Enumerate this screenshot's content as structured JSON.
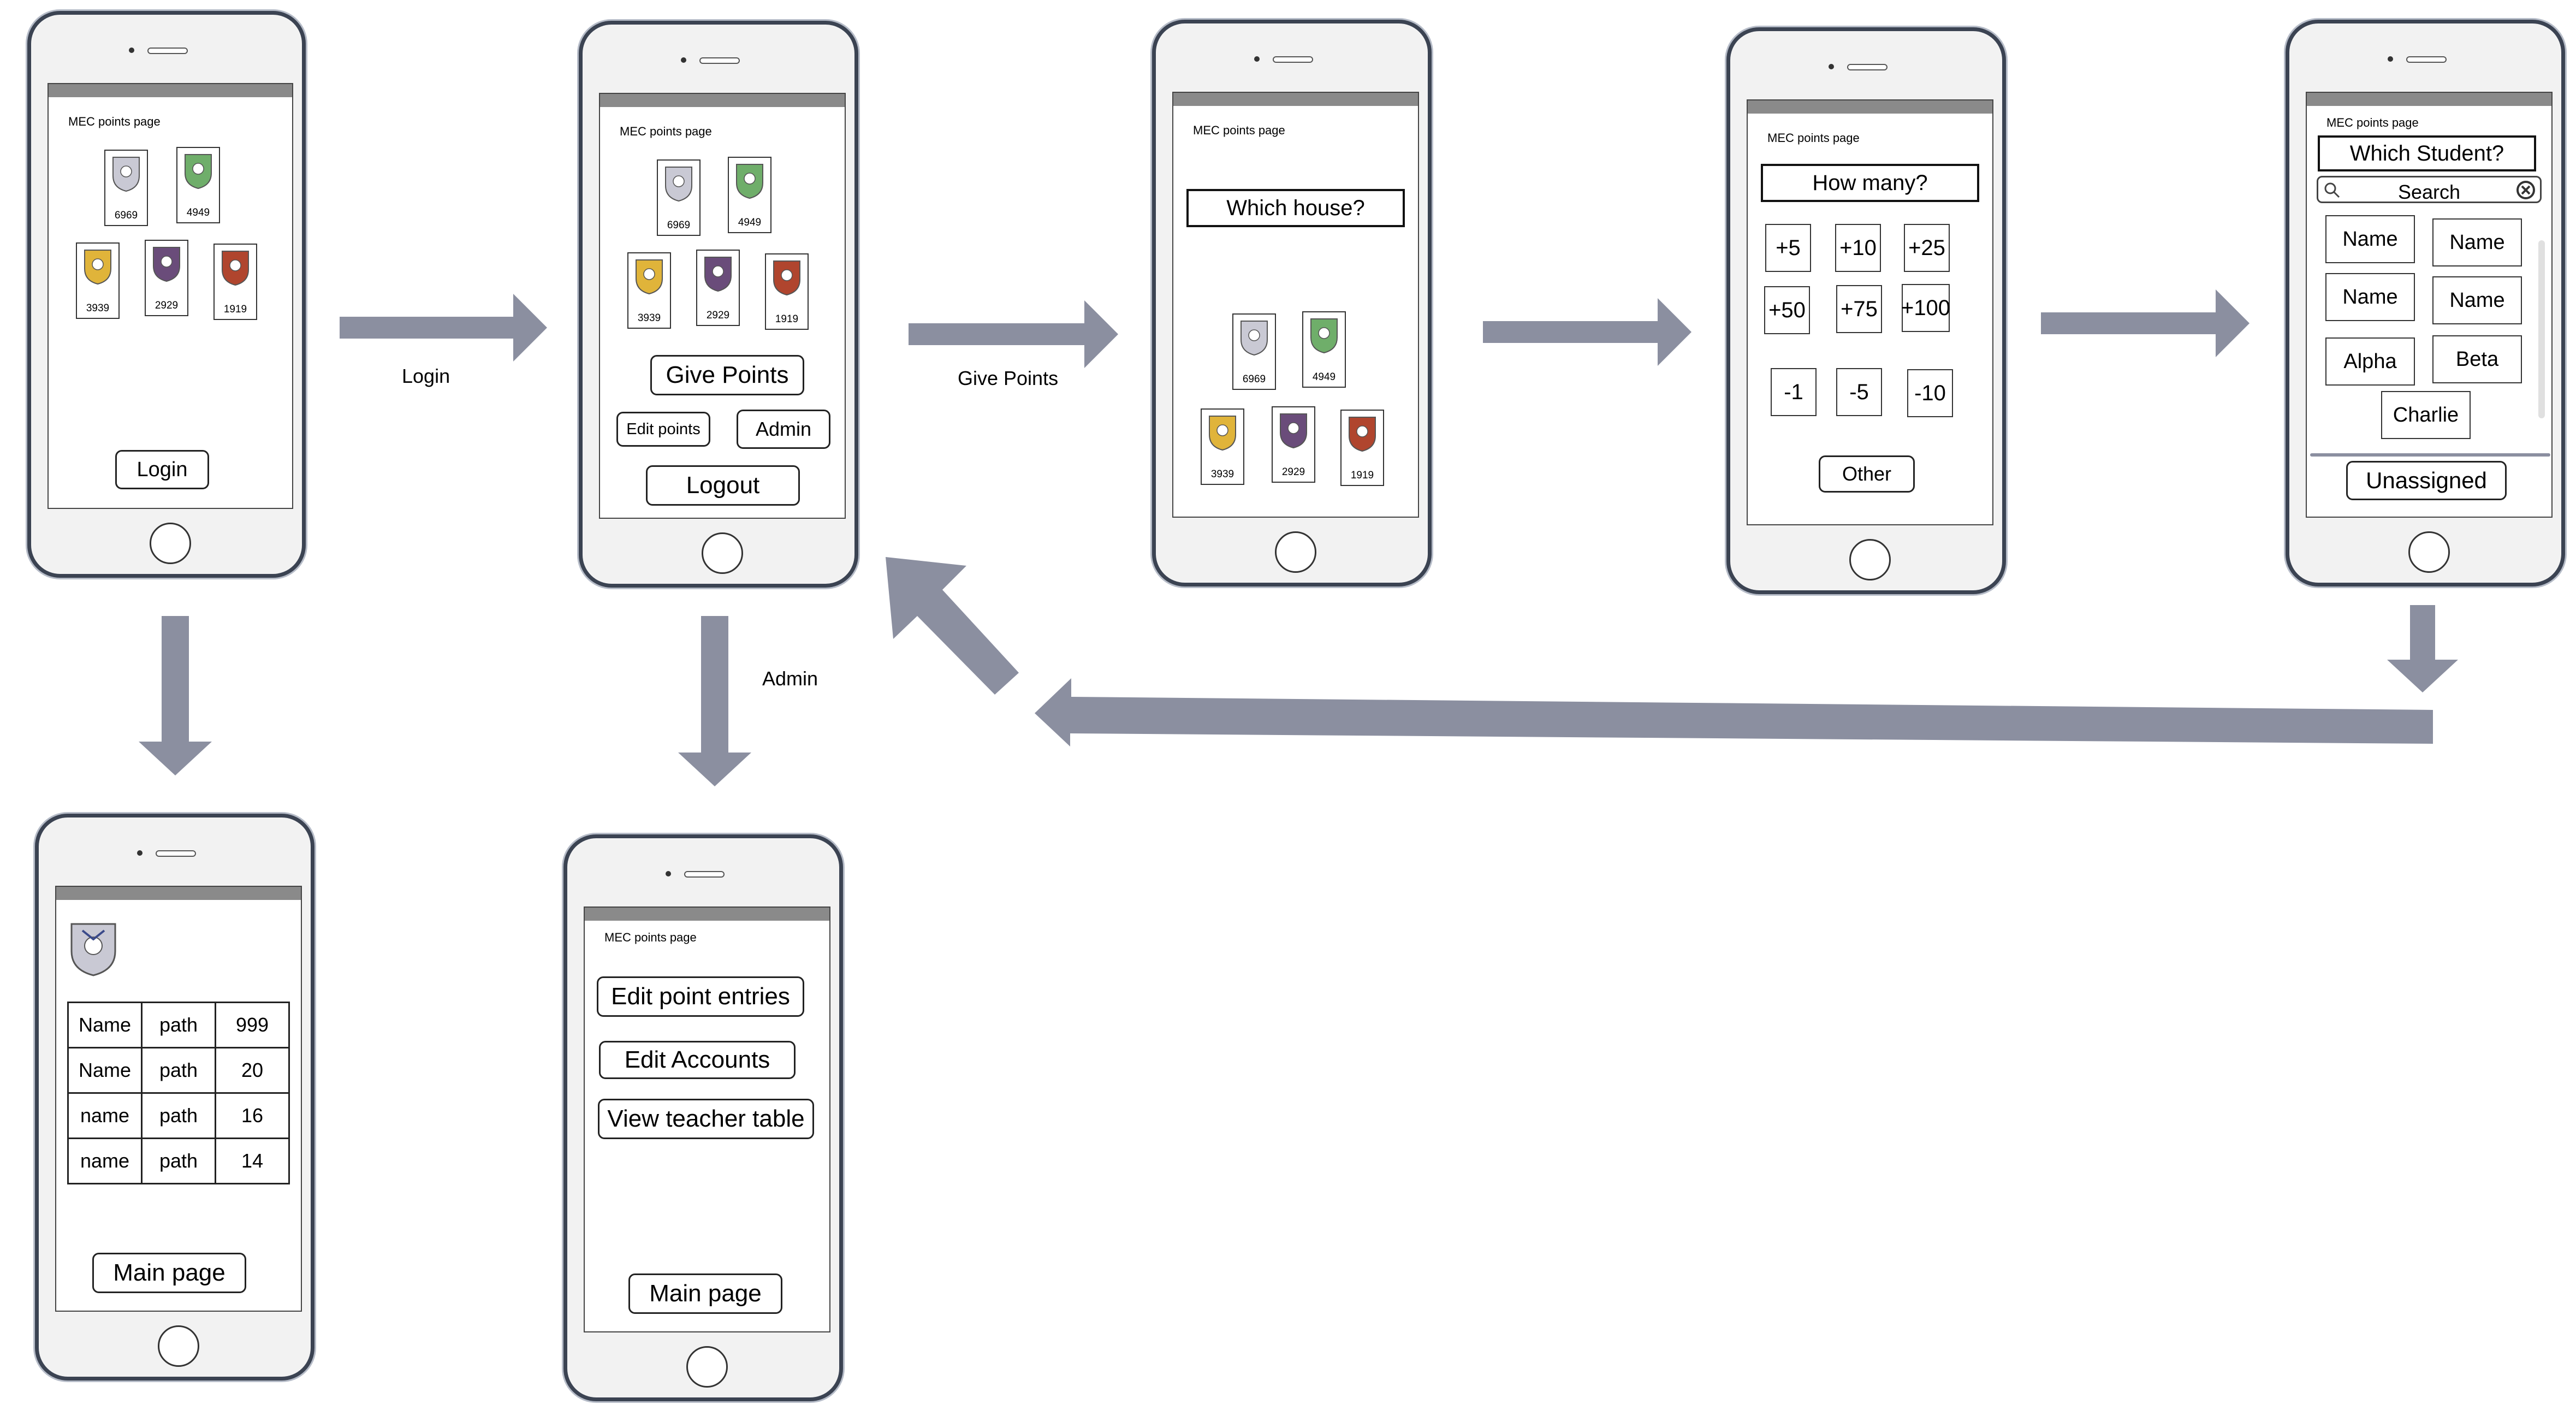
{
  "app": {
    "page_title": "MEC points page"
  },
  "flow_labels": {
    "login": "Login",
    "give_points": "Give Points",
    "admin": "Admin"
  },
  "houses": [
    {
      "number": "6969",
      "color": "#c9c9d4",
      "icon": "bird-crest-icon"
    },
    {
      "number": "4949",
      "color": "#6fae6a",
      "icon": "dragon-crest-icon"
    },
    {
      "number": "3939",
      "color": "#e0b43a",
      "icon": "serpent-crest-icon"
    },
    {
      "number": "2929",
      "color": "#6a4c7a",
      "icon": "beast-crest-icon"
    },
    {
      "number": "1919",
      "color": "#b0452e",
      "icon": "lion-crest-icon"
    }
  ],
  "screens": {
    "login": {
      "login_button": "Login"
    },
    "main": {
      "give_points": "Give Points",
      "edit_points": "Edit points",
      "admin": "Admin",
      "logout": "Logout"
    },
    "which_house": {
      "prompt": "Which house?"
    },
    "how_many": {
      "prompt": "How many?",
      "amounts": [
        "+5",
        "+10",
        "+25",
        "+50",
        "+75",
        "+100",
        "-1",
        "-5",
        "-10"
      ],
      "other": "Other"
    },
    "which_student": {
      "prompt": "Which Student?",
      "search_placeholder": "Search",
      "students": [
        "Name",
        "Name",
        "Name",
        "Name",
        "Alpha",
        "Beta",
        "Charlie"
      ],
      "unassigned": "Unassigned"
    },
    "leaderboard": {
      "rows": [
        [
          "Name",
          "path",
          "999"
        ],
        [
          "Name",
          "path",
          "20"
        ],
        [
          "name",
          "path",
          "16"
        ],
        [
          "name",
          "path",
          "14"
        ]
      ],
      "main_page": "Main page"
    },
    "admin": {
      "edit_point_entries": "Edit point entries",
      "edit_accounts": "Edit Accounts",
      "view_teacher_table": "View teacher table",
      "main_page": "Main page"
    }
  },
  "colors": {
    "arrow": "#8b8fa0",
    "phone_frame": "#3b4352",
    "header_bar": "#8a8a8a"
  }
}
